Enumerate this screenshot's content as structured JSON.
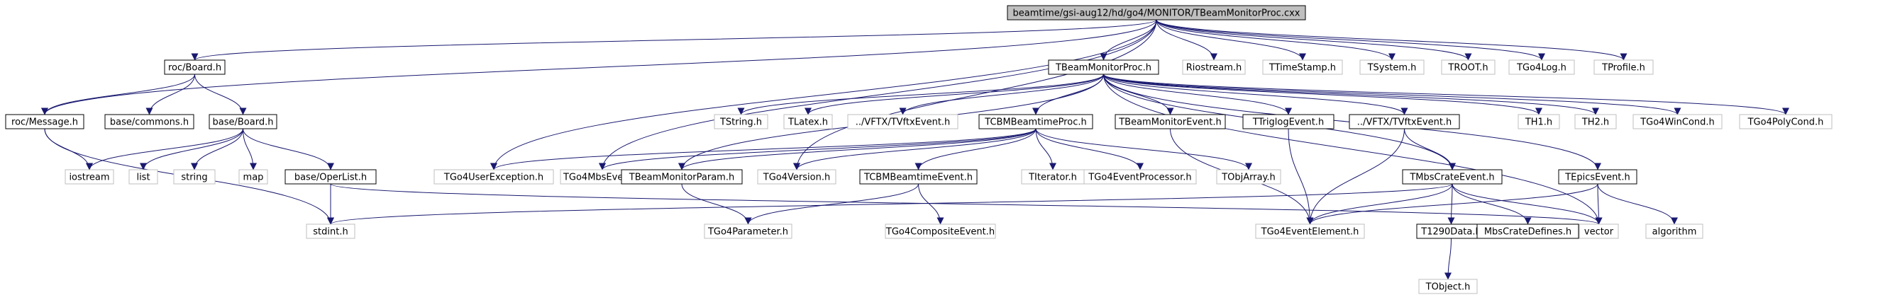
{
  "graph": {
    "root": {
      "label": "beamtime/gsi-aug12/hd/go4/MONITOR/TBeamMonitorProc.cxx"
    },
    "nodes": [
      {
        "id": "roc_board",
        "label": "roc/Board.h"
      },
      {
        "id": "roc_message",
        "label": "roc/Message.h"
      },
      {
        "id": "base_commons",
        "label": "base/commons.h"
      },
      {
        "id": "base_board",
        "label": "base/Board.h"
      },
      {
        "id": "iostream",
        "label": "iostream"
      },
      {
        "id": "list",
        "label": "list"
      },
      {
        "id": "string",
        "label": "string"
      },
      {
        "id": "map",
        "label": "map"
      },
      {
        "id": "base_operlist",
        "label": "base/OperList.h"
      },
      {
        "id": "stdint",
        "label": "stdint.h"
      },
      {
        "id": "tbmproc_h",
        "label": "TBeamMonitorProc.h"
      },
      {
        "id": "riostream",
        "label": "Riostream.h"
      },
      {
        "id": "ttimestamp",
        "label": "TTimeStamp.h"
      },
      {
        "id": "tsystem",
        "label": "TSystem.h"
      },
      {
        "id": "troot",
        "label": "TROOT.h"
      },
      {
        "id": "tgo4log",
        "label": "TGo4Log.h"
      },
      {
        "id": "tprofile",
        "label": "TProfile.h"
      },
      {
        "id": "tstring",
        "label": "TString.h"
      },
      {
        "id": "tlatex",
        "label": "TLatex.h"
      },
      {
        "id": "vftxevent1",
        "label": "../VFTX/TVftxEvent.h"
      },
      {
        "id": "tcbmproc",
        "label": "TCBMBeamtimeProc.h"
      },
      {
        "id": "tbmevent",
        "label": "TBeamMonitorEvent.h"
      },
      {
        "id": "ttriglog",
        "label": "TTriglogEvent.h"
      },
      {
        "id": "vftxevent2",
        "label": "../VFTX/TVftxEvent.h"
      },
      {
        "id": "th1",
        "label": "TH1.h"
      },
      {
        "id": "th2",
        "label": "TH2.h"
      },
      {
        "id": "tgo4wincond",
        "label": "TGo4WinCond.h"
      },
      {
        "id": "tgo4polycond",
        "label": "TGo4PolyCond.h"
      },
      {
        "id": "tgo4userexc",
        "label": "TGo4UserException.h"
      },
      {
        "id": "tgo4mbsevent",
        "label": "TGo4MbsEvent.h"
      },
      {
        "id": "tbmparam",
        "label": "TBeamMonitorParam.h"
      },
      {
        "id": "tgo4version",
        "label": "TGo4Version.h"
      },
      {
        "id": "tcbmevent",
        "label": "TCBMBeamtimeEvent.h"
      },
      {
        "id": "titerator",
        "label": "TIterator.h"
      },
      {
        "id": "tgo4evproc",
        "label": "TGo4EventProcessor.h"
      },
      {
        "id": "tobjarray",
        "label": "TObjArray.h"
      },
      {
        "id": "tmbscrate",
        "label": "TMbsCrateEvent.h"
      },
      {
        "id": "tepics",
        "label": "TEpicsEvent.h"
      },
      {
        "id": "tgo4param",
        "label": "TGo4Parameter.h"
      },
      {
        "id": "tgo4composite",
        "label": "TGo4CompositeEvent.h"
      },
      {
        "id": "tgo4evelem",
        "label": "TGo4EventElement.h"
      },
      {
        "id": "t1290",
        "label": "T1290Data.h"
      },
      {
        "id": "mbsdefines",
        "label": "MbsCrateDefines.h"
      },
      {
        "id": "vector",
        "label": "vector"
      },
      {
        "id": "algorithm",
        "label": "algorithm"
      },
      {
        "id": "tobject",
        "label": "TObject.h"
      }
    ]
  },
  "colors": {
    "edge": "#191970",
    "documented_border": "#000000",
    "undocumented_border": "#bfbfbf",
    "root_fill": "#bfbfbf",
    "text": "#000000"
  }
}
